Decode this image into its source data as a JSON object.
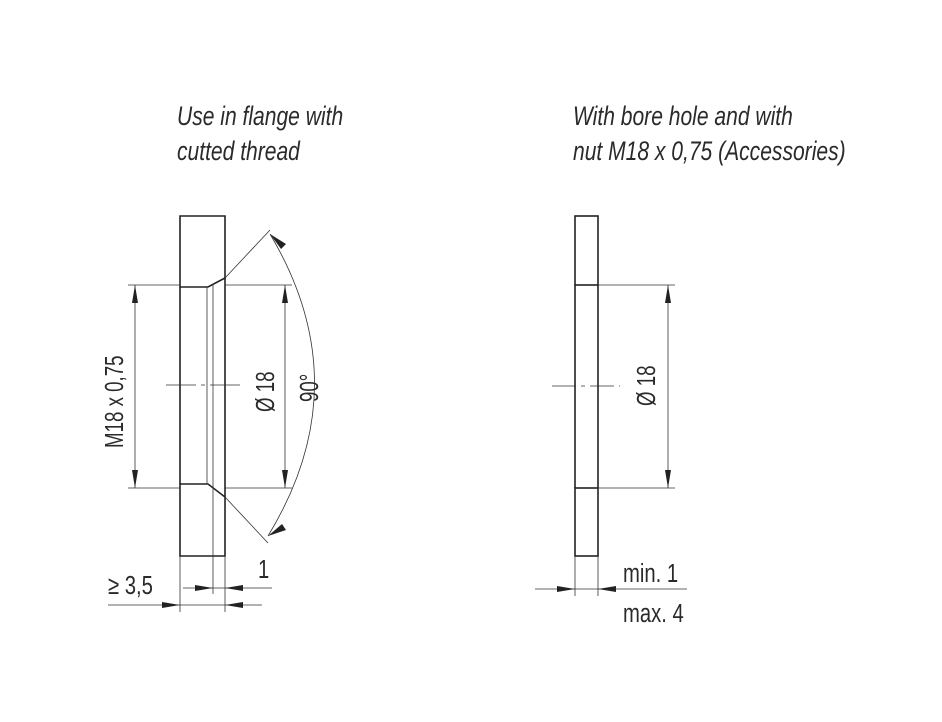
{
  "left_view": {
    "title_line1": "Use in flange with",
    "title_line2": "cutted thread",
    "thread_label": "M18 x 0,75",
    "diameter_label": "Ø 18",
    "angle_label": "90°",
    "thickness_label": "≥ 3,5",
    "chamfer_label": "1"
  },
  "right_view": {
    "title_line1": "With bore hole and with",
    "title_line2": "nut M18 x 0,75 (Accessories)",
    "diameter_label": "Ø 18",
    "min_label": "min. 1",
    "max_label": "max. 4"
  }
}
